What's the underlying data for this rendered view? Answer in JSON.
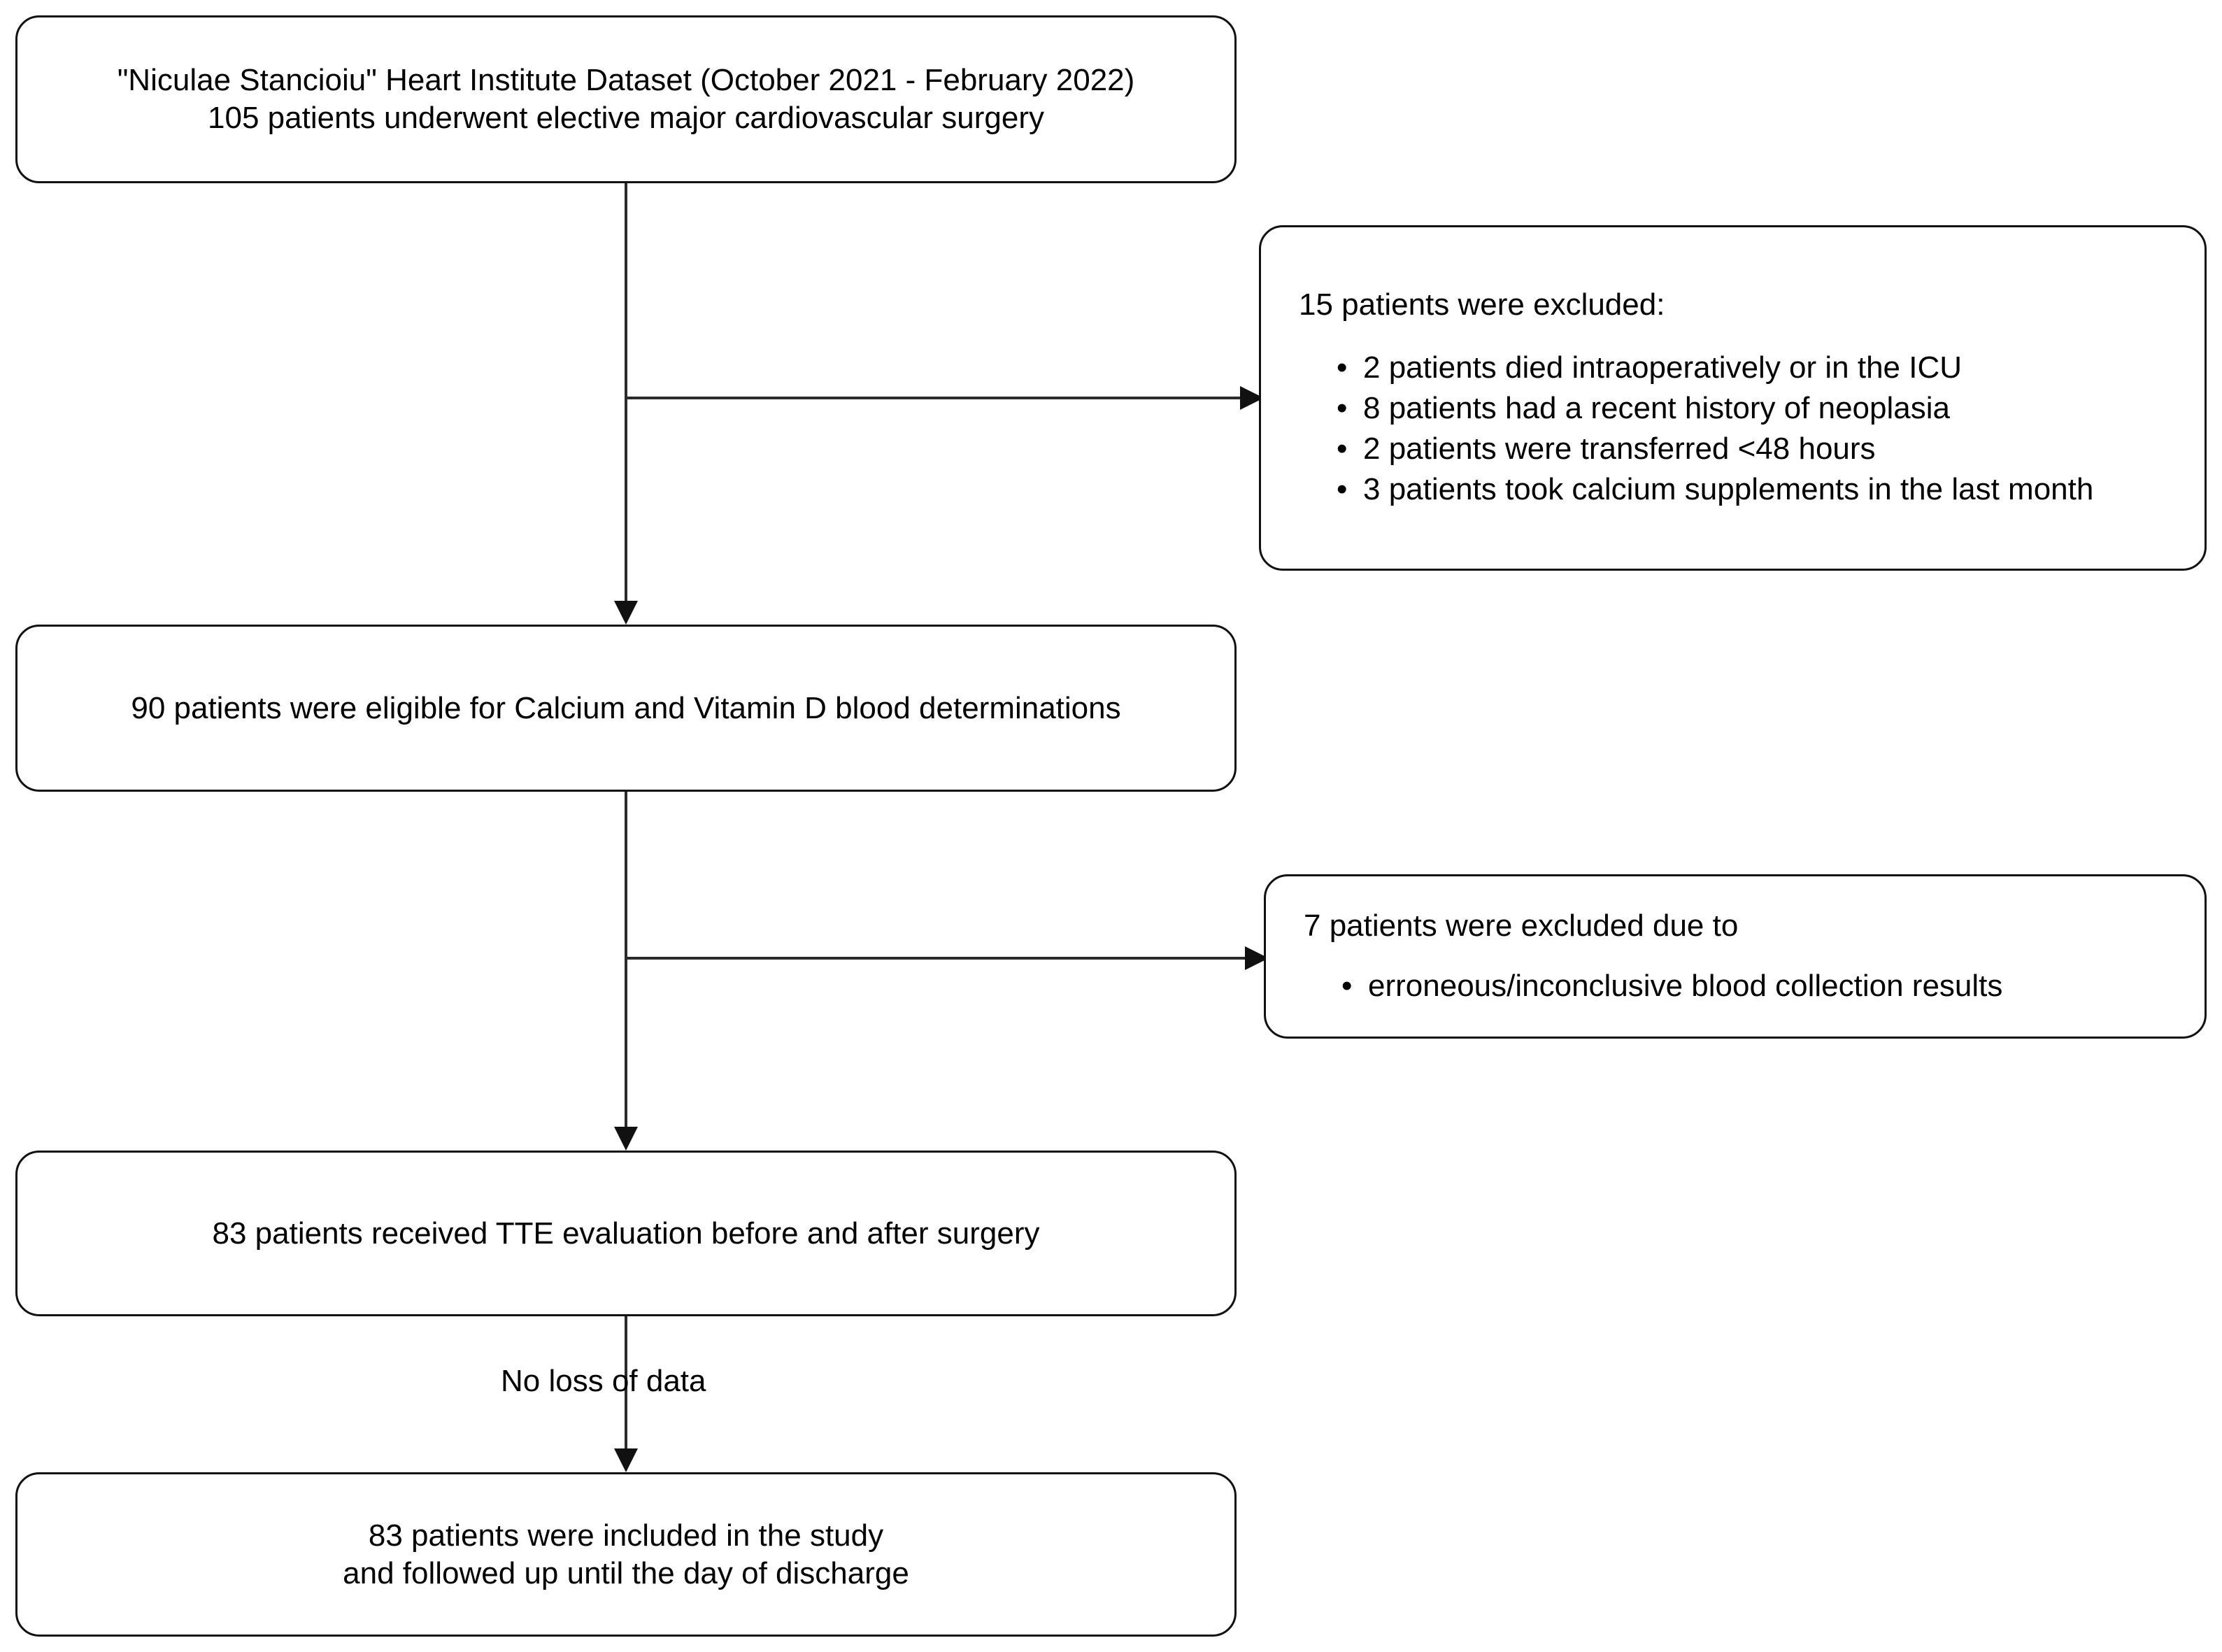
{
  "diagram": {
    "title": "Patient selection flow diagram",
    "type": "flowchart",
    "orientation": "top-to-bottom",
    "colors": {
      "background": "#ffffff",
      "box_border": "#111111",
      "connector": "#2b2b2b",
      "text": "#000000"
    }
  },
  "nodes": {
    "dataset": {
      "text": "\"Niculae Stancioiu\" Heart Institute Dataset (October 2021 - February 2022)\n105 patients underwent elective major cardiovascular surgery"
    },
    "eligible": {
      "text": "90 patients were eligible for Calcium and Vitamin D blood determinations"
    },
    "tte": {
      "text": "83 patients received TTE evaluation before and after surgery"
    },
    "included": {
      "text": "83 patients were included in the study\nand followed up until the day of discharge"
    },
    "excluded_1": {
      "heading": "15 patients were excluded:",
      "bullet_glyph": "•",
      "items": [
        "2 patients died intraoperatively or in the ICU",
        "8 patients had a recent history of neoplasia",
        "2 patients were transferred <48 hours",
        "3 patients took calcium supplements in the last month"
      ]
    },
    "excluded_2": {
      "heading": "7 patients were excluded due to",
      "bullet_glyph": "•",
      "items": [
        "erroneous/inconclusive blood collection results"
      ]
    }
  },
  "edges": {
    "no_loss_label": "No loss of data"
  }
}
